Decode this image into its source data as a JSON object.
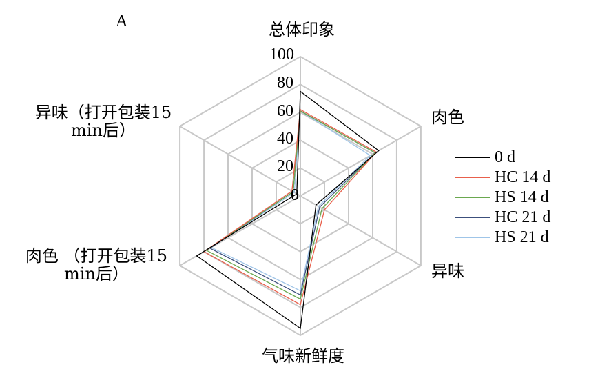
{
  "panel_label": "A",
  "chart_data": {
    "type": "radar",
    "axes": [
      "总体印象",
      "肉色",
      "异味",
      "气味新鲜度",
      "肉色 （打开包装15 min后）",
      "异味（打开包装15 min后）"
    ],
    "rlim": [
      0,
      100
    ],
    "ticks": [
      "0",
      "20",
      "40",
      "60",
      "80",
      "100"
    ],
    "series": [
      {
        "name": "0 d",
        "color": "#000000",
        "values": [
          75,
          65,
          13,
          95,
          86,
          3
        ]
      },
      {
        "name": "HC 14 d",
        "color": "#e8604c",
        "values": [
          62,
          63,
          20,
          78,
          80,
          7
        ]
      },
      {
        "name": "HS 14 d",
        "color": "#6aa84f",
        "values": [
          61,
          62,
          18,
          74,
          78,
          6
        ]
      },
      {
        "name": "HC 21 d",
        "color": "#3c4f7c",
        "values": [
          61,
          62,
          16,
          71,
          75,
          6
        ]
      },
      {
        "name": "HS 21 d",
        "color": "#9fc5e8",
        "values": [
          61,
          58,
          15,
          68,
          74,
          5
        ]
      }
    ]
  }
}
